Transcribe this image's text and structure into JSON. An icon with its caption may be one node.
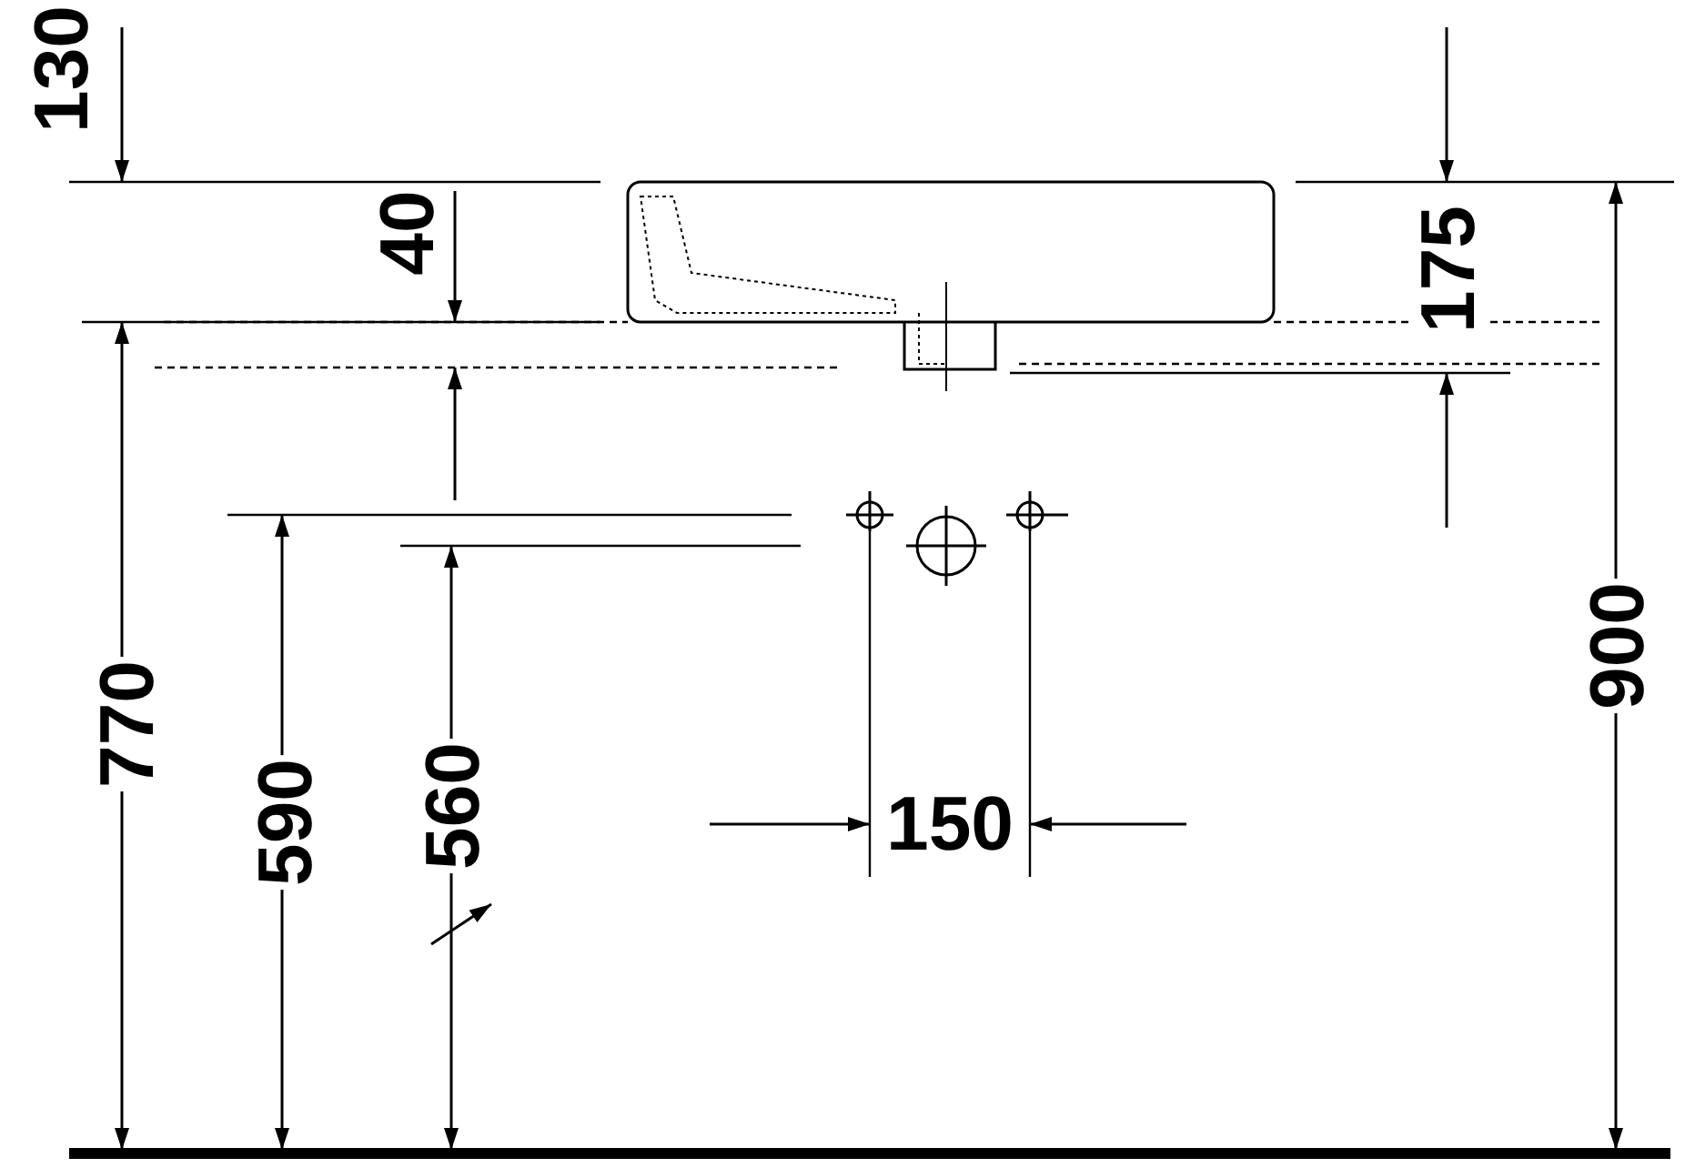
{
  "diagram": {
    "labels": [
      "130",
      "40",
      "175",
      "900",
      "770",
      "590",
      "560",
      "150"
    ]
  }
}
